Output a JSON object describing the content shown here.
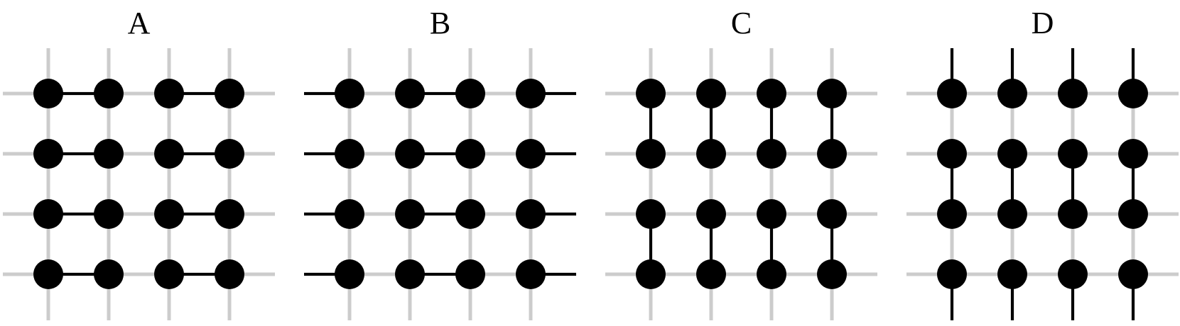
{
  "colors": {
    "grid": "#cccccc",
    "bond": "#000000",
    "site": "#000000",
    "background": "#ffffff"
  },
  "lattice": {
    "rows": 4,
    "cols": 4
  },
  "panels": [
    {
      "label": "A",
      "pattern": "horizontal-dimers"
    },
    {
      "label": "B",
      "pattern": "horizontal-dimers-shifted"
    },
    {
      "label": "C",
      "pattern": "vertical-dimers"
    },
    {
      "label": "D",
      "pattern": "vertical-dimers-shifted"
    }
  ]
}
